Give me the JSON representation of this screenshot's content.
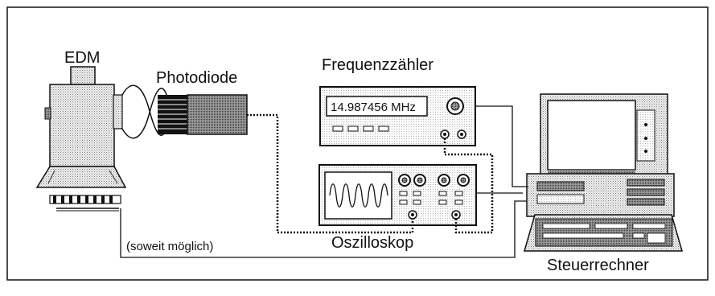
{
  "labels": {
    "edm": "EDM",
    "photodiode": "Photodiode",
    "frequency_counter": "Frequenzzähler",
    "frequency_readout": "14.987456 MHz",
    "oscilloscope": "Oszilloskop",
    "computer": "Steuerrechner",
    "optional_link": "(soweit möglich)"
  }
}
